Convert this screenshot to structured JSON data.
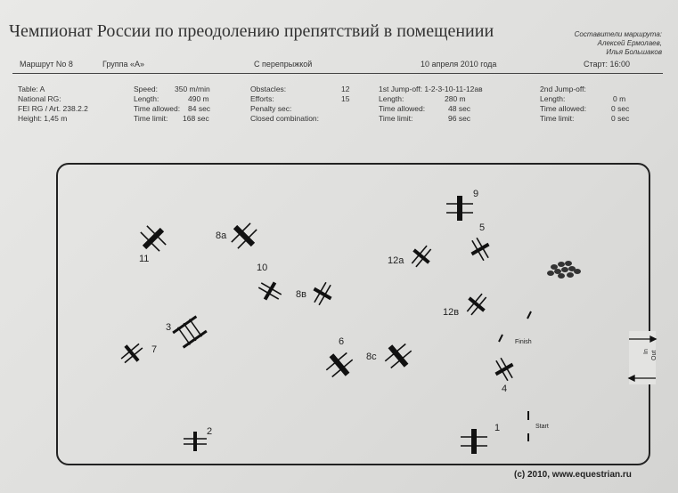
{
  "header": {
    "title": "Чемпионат России по преодолению препятствий в помещениии",
    "designers_label": "Составители маршрута:",
    "designer_1": "Алексей Ермолаев,",
    "designer_2": "Илья Большаков",
    "route": "Маршрут No 8",
    "group": "Группа «А»",
    "type": "С перепрыжкой",
    "date": "10 апреля 2010 года",
    "start": "Старт: 16:00"
  },
  "specs": {
    "table": "Table: A",
    "national": "National RG:",
    "fei": "FEI RG / Art. 238.2.2",
    "height": "Height: 1,45 m",
    "speed_label": "Speed:",
    "speed": "350 m/min",
    "length_label": "Length:",
    "length": "490 m",
    "time_allowed_label": "Time allowed:",
    "time_allowed": "84 sec",
    "time_limit_label": "Time limit:",
    "time_limit": "168 sec",
    "obstacles_label": "Obstacles:",
    "obstacles": "12",
    "efforts_label": "Efforts:",
    "efforts": "15",
    "penalty_label": "Penalty sec:",
    "closed_label": "Closed combination:",
    "jo1_label": "1st Jump-off: 1-2-3-10-11-12ав",
    "jo1_length_label": "Length:",
    "jo1_length": "280 m",
    "jo1_ta_label": "Time allowed:",
    "jo1_ta": "48 sec",
    "jo1_tl_label": "Time limit:",
    "jo1_tl": "96 sec",
    "jo2_label": "2nd Jump-off:",
    "jo2_length_label": "Length:",
    "jo2_length": "0 m",
    "jo2_ta_label": "Time allowed:",
    "jo2_ta": "0 sec",
    "jo2_tl_label": "Time limit:",
    "jo2_tl": "0 sec"
  },
  "course": {
    "labels": [
      "1",
      "2",
      "3",
      "4",
      "5",
      "6",
      "7",
      "8a",
      "8в",
      "8c",
      "9",
      "10",
      "11",
      "12a",
      "12в"
    ],
    "finish": "Finish",
    "start": "Start",
    "in": "In",
    "out": "Out"
  },
  "copyright": "(c) 2010, www.equestrian.ru"
}
